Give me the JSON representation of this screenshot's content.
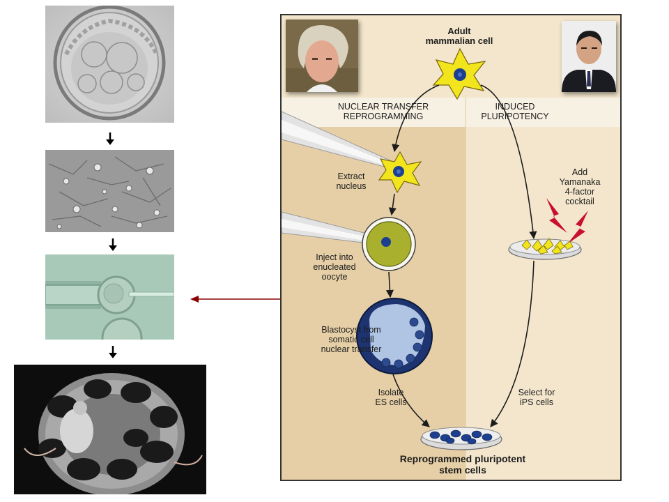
{
  "diagram": {
    "top_label_line1": "Adult",
    "top_label_line2": "mammalian cell",
    "left_pathway_line1": "NUCLEAR TRANSFER",
    "left_pathway_line2": "REPROGRAMMING",
    "right_pathway_line1": "INDUCED",
    "right_pathway_line2": "PLURIPOTENCY",
    "step_extract_line1": "Extract",
    "step_extract_line2": "nucleus",
    "step_inject_line1": "Inject into",
    "step_inject_line2": "enucleated",
    "step_inject_line3": "oocyte",
    "step_blastocyst_line1": "Blastocyst from",
    "step_blastocyst_line2": "somatic cell",
    "step_blastocyst_line3": "nuclear transfer",
    "step_isolate_line1": "Isolate",
    "step_isolate_line2": "ES cells",
    "step_add_line1": "Add",
    "step_add_line2": "Yamanaka",
    "step_add_line3": "4-factor",
    "step_add_line4": "cocktail",
    "step_select_line1": "Select for",
    "step_select_line2": "iPS cells",
    "bottom_label_line1": "Reprogrammed pluripotent",
    "bottom_label_line2": "stem cells"
  },
  "colors": {
    "panel_bg": "#f3e6cc",
    "left_column_bg": "#e9d4ac",
    "header_band": "#f7f1e4",
    "cell_yellow": "#f3e51d",
    "nucleus_blue": "#1d3f8f",
    "connector_red": "#8b0000",
    "lightning_red": "#c8102e"
  },
  "left_images": [
    "blastocyst-micrograph",
    "cultured-cells-micrograph",
    "nuclear-injection-micrograph",
    "mice-in-dish-photo"
  ]
}
